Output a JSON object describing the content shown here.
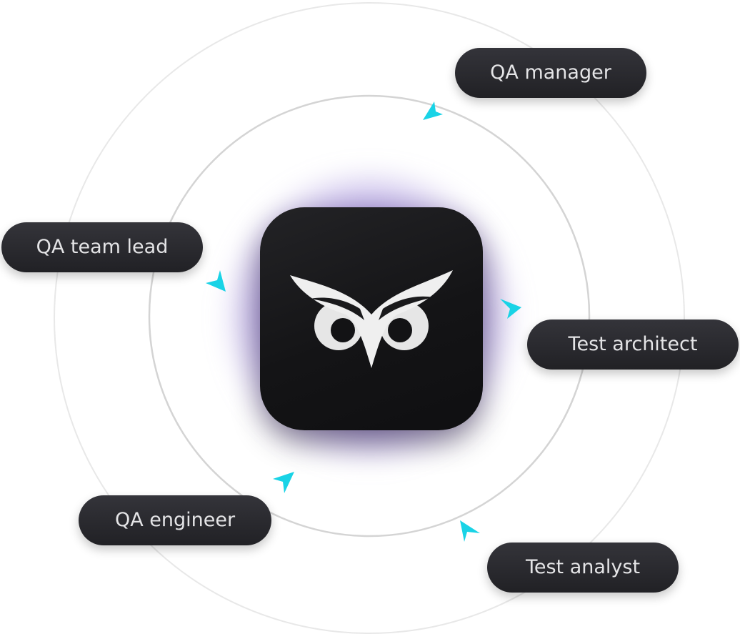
{
  "diagram": {
    "roles": [
      {
        "id": "qa-manager",
        "label": "QA manager"
      },
      {
        "id": "qa-team-lead",
        "label": "QA team lead"
      },
      {
        "id": "test-architect",
        "label": "Test architect"
      },
      {
        "id": "qa-engineer",
        "label": "QA engineer"
      },
      {
        "id": "test-analyst",
        "label": "Test analyst"
      }
    ],
    "logo": {
      "icon": "owl-icon"
    },
    "colors": {
      "pill_background": "#2a2a2e",
      "pill_text": "#e4e4e6",
      "arrow": "#19d3e6",
      "glow": "#7b5cc4",
      "ring": "#dadada",
      "icon_background": "#161618"
    }
  }
}
